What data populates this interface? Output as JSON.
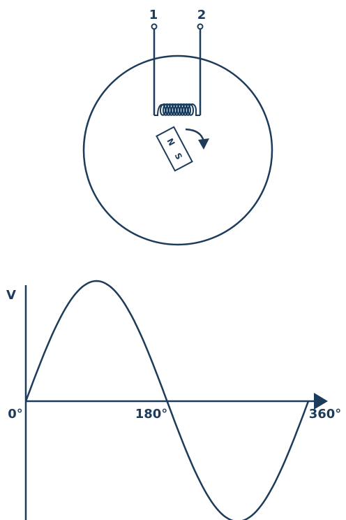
{
  "generator": {
    "terminal_1": "1",
    "terminal_2": "2",
    "magnet_north": "N",
    "magnet_south": "S"
  },
  "waveform": {
    "y_axis_label": "V",
    "x_labels": [
      "0°",
      "180°",
      "360°"
    ]
  },
  "colors": {
    "ink": "#1d3b5a",
    "background": "#ffffff"
  }
}
